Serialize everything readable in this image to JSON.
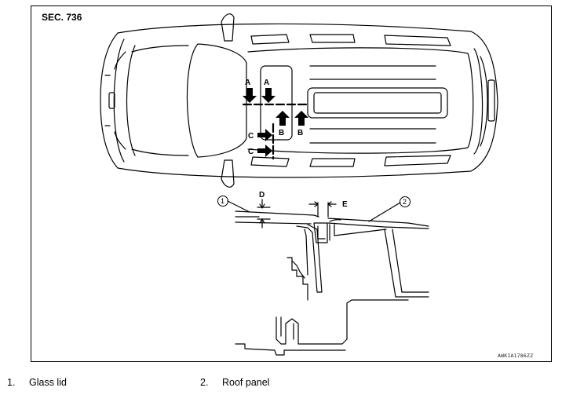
{
  "diagram": {
    "section_label": "SEC. 736",
    "image_code": "AWKIA1786ZZ",
    "view_labels": {
      "a_left": "A",
      "a_right": "A",
      "b_left": "B",
      "b_right": "B",
      "c_top": "C",
      "c_bottom": "C",
      "d": "D",
      "e": "E"
    },
    "callouts": {
      "c1": "1",
      "c2": "2"
    }
  },
  "legend": [
    {
      "number": "1.",
      "text": "Glass lid"
    },
    {
      "number": "2.",
      "text": "Roof panel"
    }
  ]
}
